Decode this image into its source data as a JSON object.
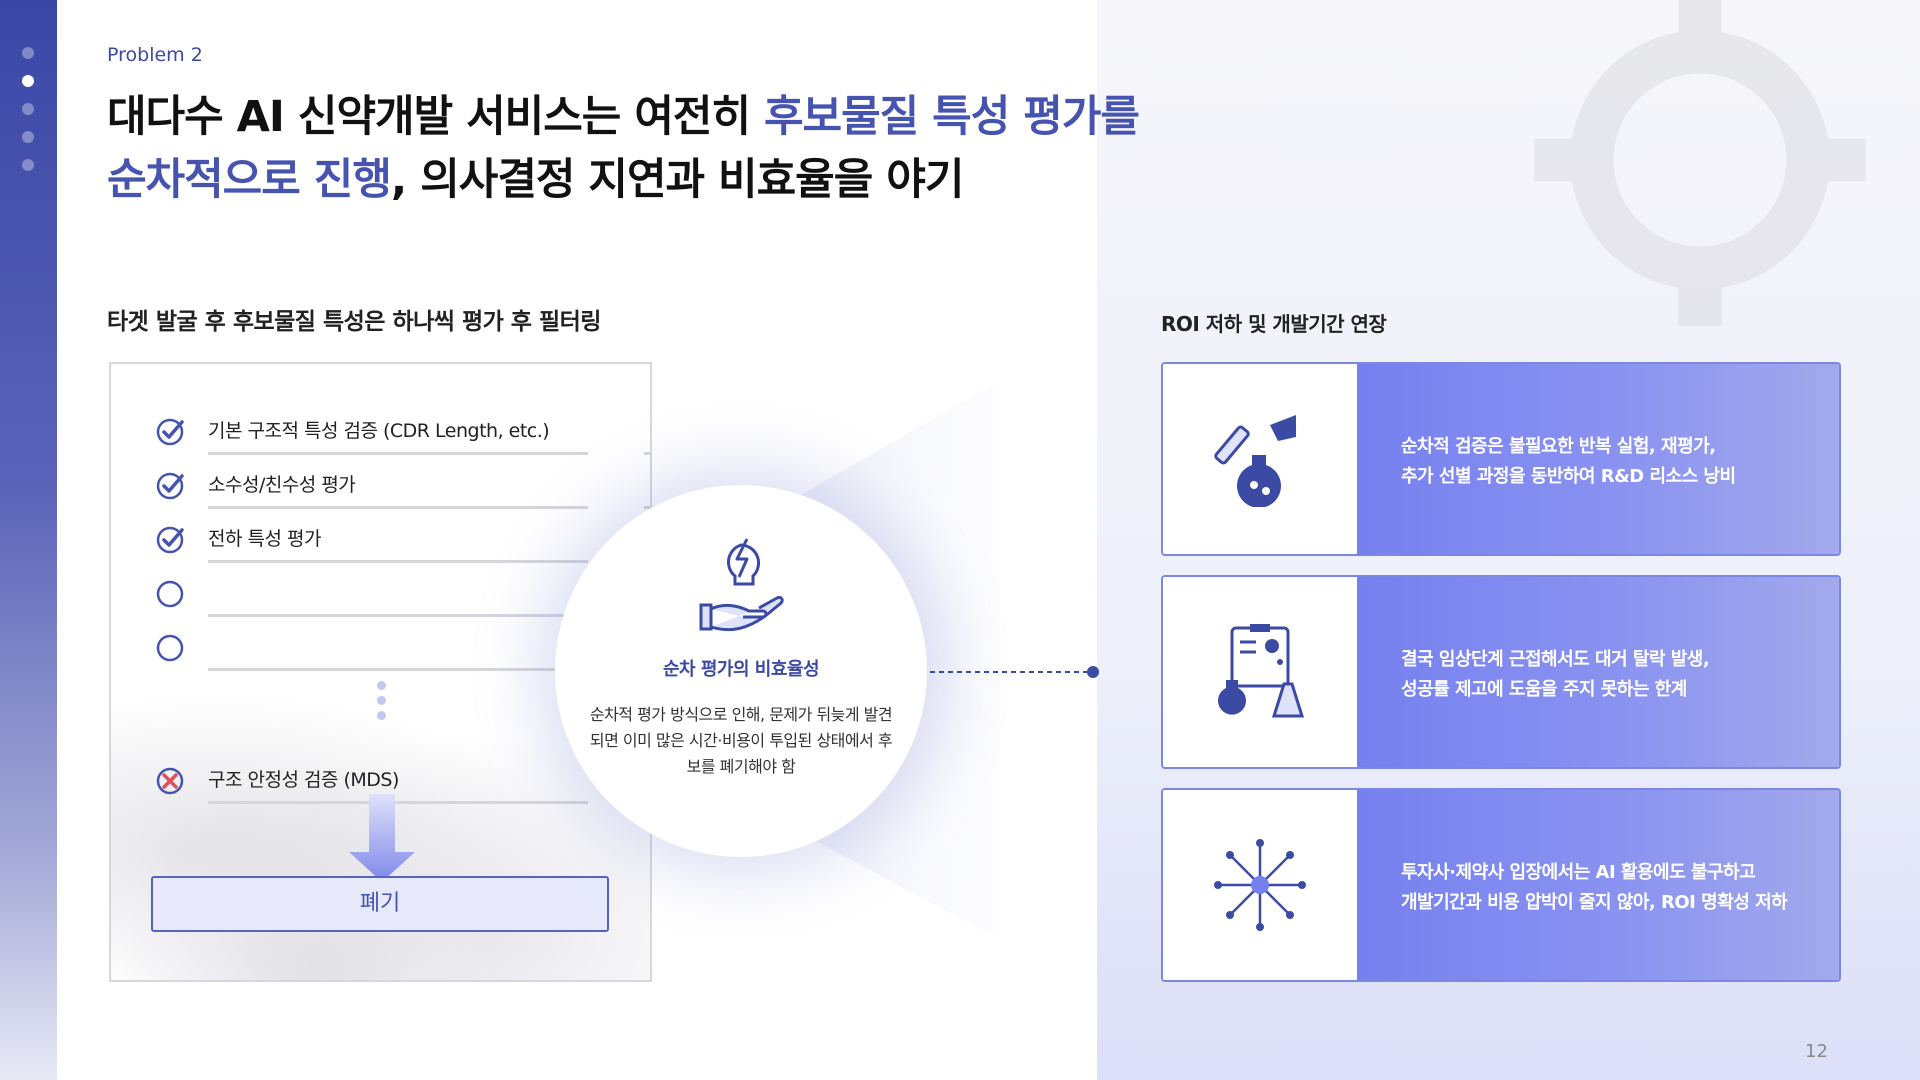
{
  "slide": {
    "problem_label": "Problem 2",
    "headline_line1_a": "대다수 AI 신약개발 서비스는 여전히 ",
    "headline_line1_b": "후보물질 특성 평가를",
    "headline_line2_a": "순차적으로 진행",
    "headline_line2_b": ", 의사결정 지연과 비효율을 야기",
    "page_number": "12",
    "nav_dots": 5,
    "nav_active_index": 1
  },
  "left_section": {
    "title": "타겟 발굴 후 후보물질 특성은 하나씩 평가 후 필터링",
    "checklist": [
      {
        "label": "기본 구조적 특성 검증 (CDR Length, etc.)",
        "status": "checked"
      },
      {
        "label": "소수성/친수성 평가",
        "status": "checked"
      },
      {
        "label": "전하 특성 평가",
        "status": "checked"
      },
      {
        "label": "",
        "status": "empty"
      },
      {
        "label": "",
        "status": "empty"
      }
    ],
    "failed_item": {
      "label": "구조 안정성 검증 (MDS)",
      "status": "failed"
    },
    "discard_label": "폐기"
  },
  "center": {
    "title": "순차 평가의 비효율성",
    "body": "순차적 평가 방식으로 인해, 문제가 뒤늦게 발견되면 이미 많은 시간·비용이 투입된 상태에서 후보를 폐기해야 함"
  },
  "right_section": {
    "title": "ROI 저하 및 개발기간 연장",
    "cards": [
      {
        "icon": "lab-flask-icon",
        "line1": "순차적 검증은 불필요한 반복 실험, 재평가,",
        "line2": "추가 선별 과정을 동반하여 R&D 리소스 낭비"
      },
      {
        "icon": "clinical-trial-icon",
        "line1": "결국 임상단계 근접해서도 대거 탈락 발생,",
        "line2": "성공률 제고에 도움을 주지 못하는 한계"
      },
      {
        "icon": "network-icon",
        "line1": "투자사·제약사 입장에서는 AI 활용에도 불구하고",
        "line2": "개발기간과 비용 압박이 줄지 않아, ROI 명확성 저하"
      }
    ]
  },
  "colors": {
    "accent": "#4654b0",
    "card_fill": "#7580ef",
    "fail": "#e0505a"
  }
}
